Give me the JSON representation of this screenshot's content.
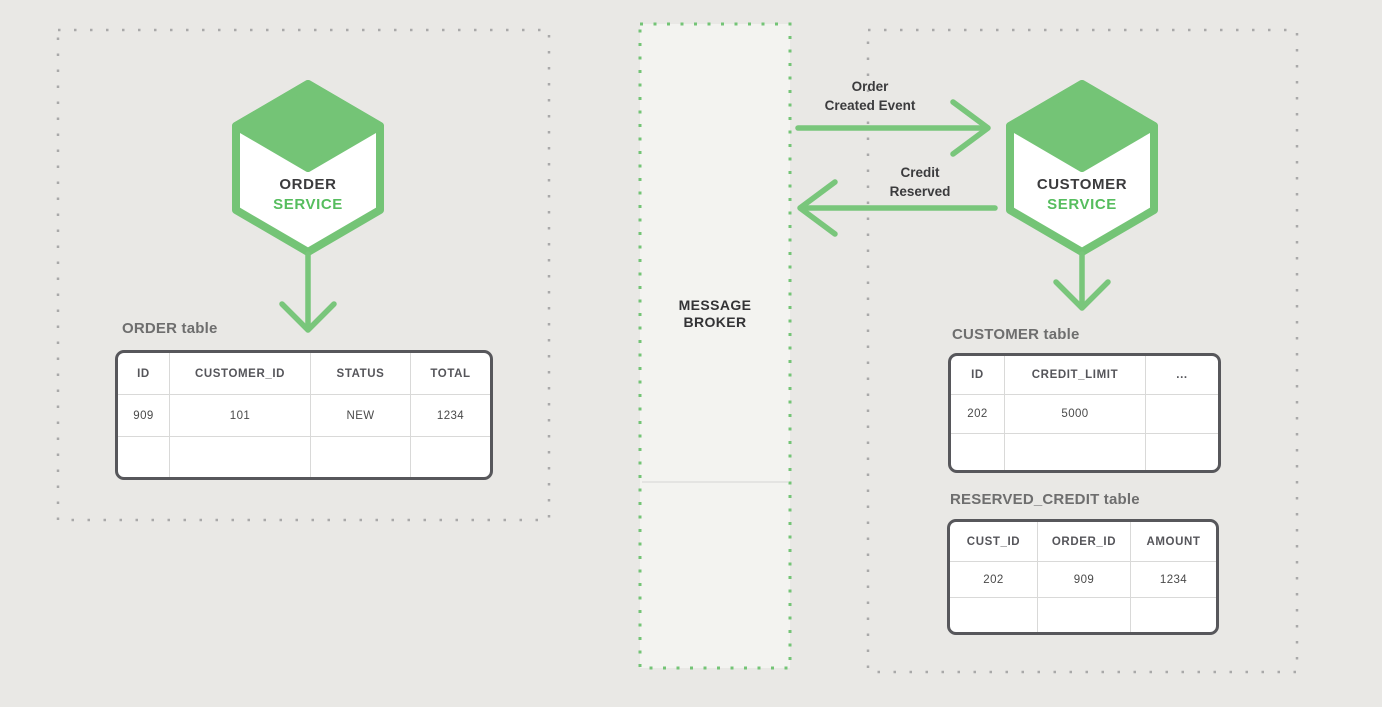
{
  "colors": {
    "background": "#e9e8e5",
    "green": "#74c476",
    "arrow_green": "#79c67b",
    "dot_gray": "#a9a9a9",
    "table_border": "#57575b"
  },
  "order_context": {
    "service": {
      "line1": "ORDER",
      "line2": "SERVICE"
    },
    "table_label": "ORDER table",
    "table": {
      "headers": [
        "ID",
        "CUSTOMER_ID",
        "STATUS",
        "TOTAL"
      ],
      "rows": [
        [
          "909",
          "101",
          "NEW",
          "1234"
        ],
        [
          "",
          "",
          "",
          ""
        ]
      ]
    }
  },
  "message_broker": {
    "line1": "MESSAGE",
    "line2": "BROKER"
  },
  "events": {
    "order_created": {
      "line1": "Order",
      "line2": "Created Event"
    },
    "credit_reserved": {
      "line1": "Credit",
      "line2": "Reserved"
    }
  },
  "customer_context": {
    "service": {
      "line1": "CUSTOMER",
      "line2": "SERVICE"
    },
    "customer_table_label": "CUSTOMER table",
    "customer_table": {
      "headers": [
        "ID",
        "CREDIT_LIMIT",
        "..."
      ],
      "rows": [
        [
          "202",
          "5000",
          ""
        ],
        [
          "",
          "",
          ""
        ]
      ]
    },
    "reserved_credit_table_label": "RESERVED_CREDIT table",
    "reserved_credit_table": {
      "headers": [
        "CUST_ID",
        "ORDER_ID",
        "AMOUNT"
      ],
      "rows": [
        [
          "202",
          "909",
          "1234"
        ],
        [
          "",
          "",
          ""
        ]
      ]
    }
  }
}
